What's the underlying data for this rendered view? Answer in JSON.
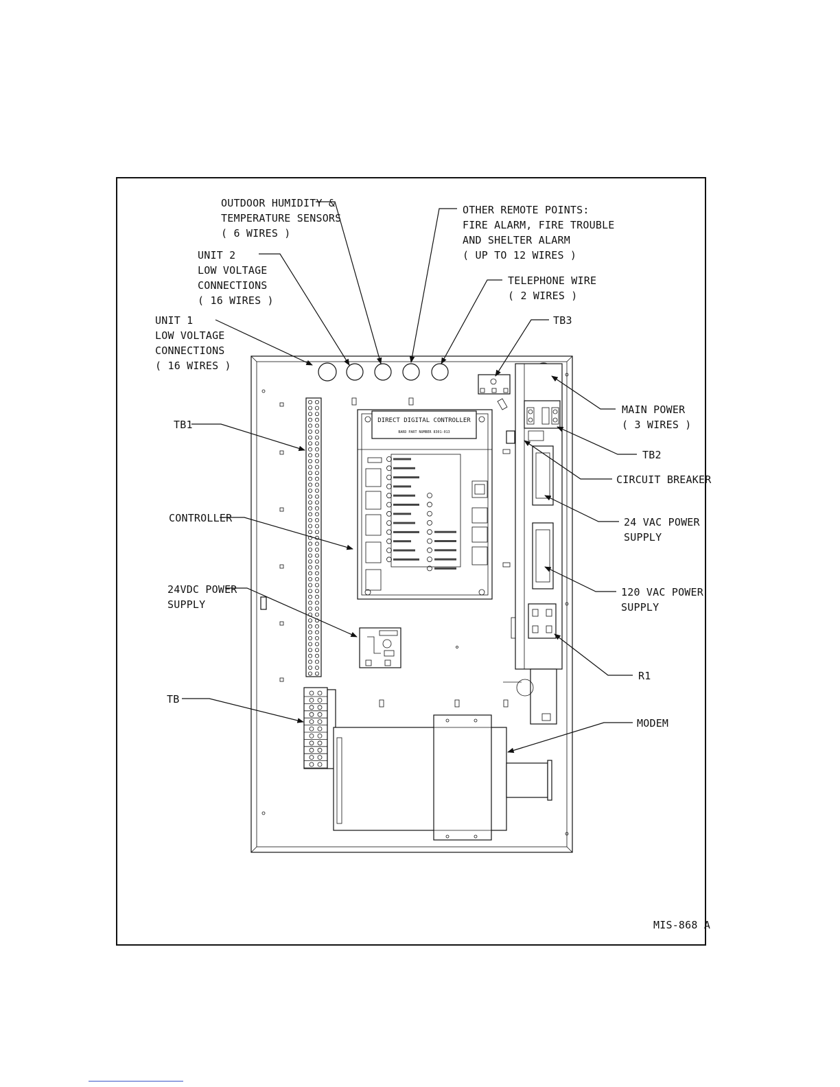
{
  "labels": {
    "outdoor": [
      "OUTDOOR HUMIDITY &",
      "TEMPERATURE SENSORS",
      "( 6 WIRES )"
    ],
    "remote": [
      "OTHER REMOTE POINTS:",
      "FIRE ALARM, FIRE TROUBLE",
      "AND SHELTER ALARM",
      "( UP TO 12 WIRES )"
    ],
    "unit2": [
      "UNIT 2",
      "LOW VOLTAGE",
      "CONNECTIONS",
      "( 16 WIRES )"
    ],
    "telephone": [
      "TELEPHONE WIRE",
      "( 2 WIRES )"
    ],
    "unit1": [
      "UNIT 1",
      "LOW VOLTAGE",
      "CONNECTIONS",
      "( 16 WIRES )"
    ],
    "tb3": "TB3",
    "tb1": "TB1",
    "main_power": [
      "MAIN POWER",
      "( 3 WIRES )"
    ],
    "tb2": "TB2",
    "circuit_breaker": "CIRCUIT BREAKER",
    "controller": "CONTROLLER",
    "vac24": [
      "24 VAC POWER",
      "SUPPLY"
    ],
    "vdc24": [
      "24VDC POWER",
      "SUPPLY"
    ],
    "vac120": [
      "120 VAC POWER",
      "SUPPLY"
    ],
    "r1": "R1",
    "tb": "TB",
    "modem": "MODEM",
    "drawing_id": "MIS-868 A"
  },
  "controller_panel": {
    "title": "DIRECT DIGITAL CONTROLLER",
    "subtitle": "BARD PART NUMBER 8301-013"
  }
}
